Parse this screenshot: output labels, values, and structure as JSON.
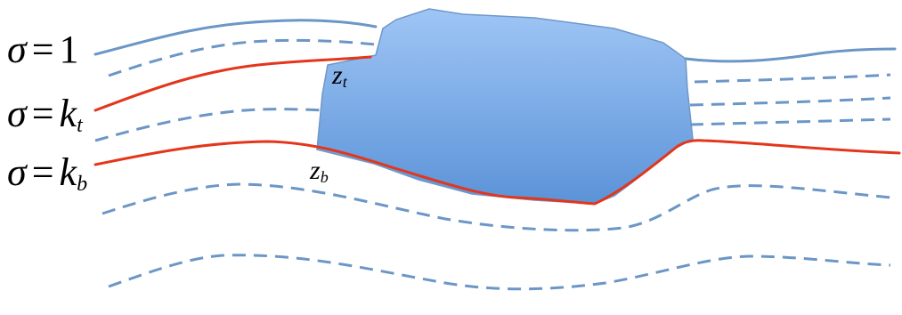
{
  "colors": {
    "blob_top": "#9fc5f5",
    "blob_bottom": "#5b93d8",
    "blob_edge": "#6e98c8",
    "surface_line": "#6b96c6",
    "dashed_line": "#6b96c6",
    "boundary_line": "#e3361b",
    "text": "#000000"
  },
  "labels": {
    "sigma_one": {
      "sym": "σ",
      "eq": "=",
      "val": "1"
    },
    "sigma_kt": {
      "sym": "σ",
      "eq": "=",
      "val": "k",
      "sub": "t"
    },
    "sigma_kb": {
      "sym": "σ",
      "eq": "=",
      "val": "k",
      "sub": "b"
    },
    "z_top": {
      "val": "z",
      "sub": "t"
    },
    "z_bottom": {
      "val": "z",
      "sub": "b"
    }
  }
}
